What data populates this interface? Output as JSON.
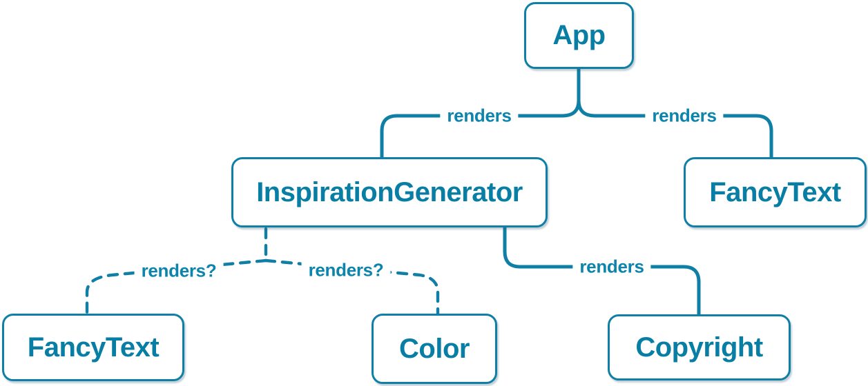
{
  "diagram": {
    "type": "component-render-tree",
    "colors": {
      "accent_text": "#087ea4",
      "line": "#0f7fa6",
      "node_background": "#ffffff"
    },
    "nodes": [
      {
        "id": "app",
        "label": "App"
      },
      {
        "id": "inspiration-generator",
        "label": "InspirationGenerator"
      },
      {
        "id": "fancy-text-top",
        "label": "FancyText"
      },
      {
        "id": "fancy-text-bottom",
        "label": "FancyText"
      },
      {
        "id": "color",
        "label": "Color"
      },
      {
        "id": "copyright",
        "label": "Copyright"
      }
    ],
    "edges": [
      {
        "from": "App",
        "to": "InspirationGenerator",
        "label": "renders",
        "style": "solid"
      },
      {
        "from": "App",
        "to": "FancyText",
        "label": "renders",
        "style": "solid"
      },
      {
        "from": "InspirationGenerator",
        "to": "Copyright",
        "label": "renders",
        "style": "solid"
      },
      {
        "from": "InspirationGenerator",
        "to": "FancyText",
        "label": "renders?",
        "style": "dashed"
      },
      {
        "from": "InspirationGenerator",
        "to": "Color",
        "label": "renders?",
        "style": "dashed"
      }
    ]
  }
}
